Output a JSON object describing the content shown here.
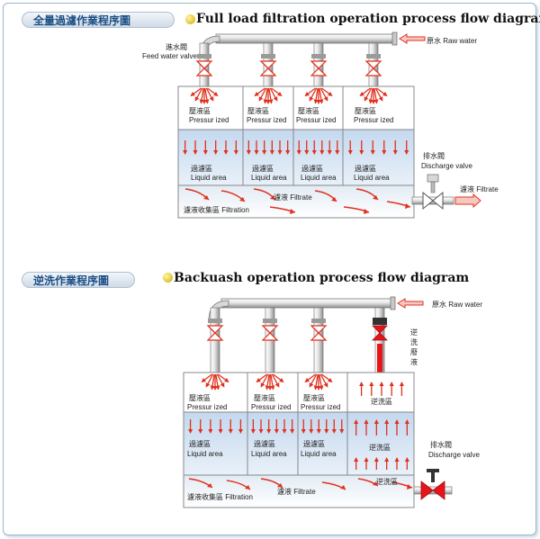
{
  "colors": {
    "pipe_red": "#e0301e",
    "tank_blue": "#cfe0f2",
    "header_blue": "#1d4f85",
    "valve_red": "#e8141a"
  },
  "section1": {
    "tag": "全量過濾作業程序圖",
    "title": "Full load filtration operation process flow diagram",
    "feed_cn": "進水閥",
    "feed_en": "Feed water valve",
    "raw_water": "原水 Raw water",
    "cells": [
      {
        "top_cn": "壓液區",
        "top_en": "Pressur ized",
        "mid_cn": "過濾區",
        "mid_en": "Liquid area"
      },
      {
        "top_cn": "壓液區",
        "top_en": "Pressur ized",
        "mid_cn": "過濾區",
        "mid_en": "Liquid area"
      },
      {
        "top_cn": "壓液區",
        "top_en": "Pressur ized",
        "mid_cn": "過濾區",
        "mid_en": "Liquid area"
      },
      {
        "top_cn": "壓液區",
        "top_en": "Pressur ized",
        "mid_cn": "過濾區",
        "mid_en": "Liquid area"
      }
    ],
    "discharge_cn": "排水閥",
    "discharge_en": "Discharge valve",
    "filtrate_out": "濾液 Filtrate",
    "filtrate_mid": "濾液 Filtrate",
    "collect": "濾液收集區 Filtration"
  },
  "section2": {
    "tag": "逆洗作業程序圖",
    "title": "Backuash operation process flow diagram",
    "raw_water": "原水 Raw water",
    "backwash_vertical": "逆洗廢液",
    "cells": [
      {
        "top_cn": "壓液區",
        "top_en": "Pressur ized",
        "mid_cn": "過濾區",
        "mid_en": "Liquid area"
      },
      {
        "top_cn": "壓液區",
        "top_en": "Pressur ized",
        "mid_cn": "過濾區",
        "mid_en": "Liquid area"
      },
      {
        "top_cn": "壓液區",
        "top_en": "Pressur ized",
        "mid_cn": "過濾區",
        "mid_en": "Liquid area"
      },
      {
        "top_cn": "逆洗區",
        "top_en": "",
        "mid_cn": "逆洗區",
        "mid_en": ""
      }
    ],
    "backwash_bottom": "逆洗區",
    "discharge_cn": "排水閥",
    "discharge_en": "Discharge valve",
    "filtrate_mid": "濾液 Filtrate",
    "collect": "濾液收集區 Filtration"
  }
}
